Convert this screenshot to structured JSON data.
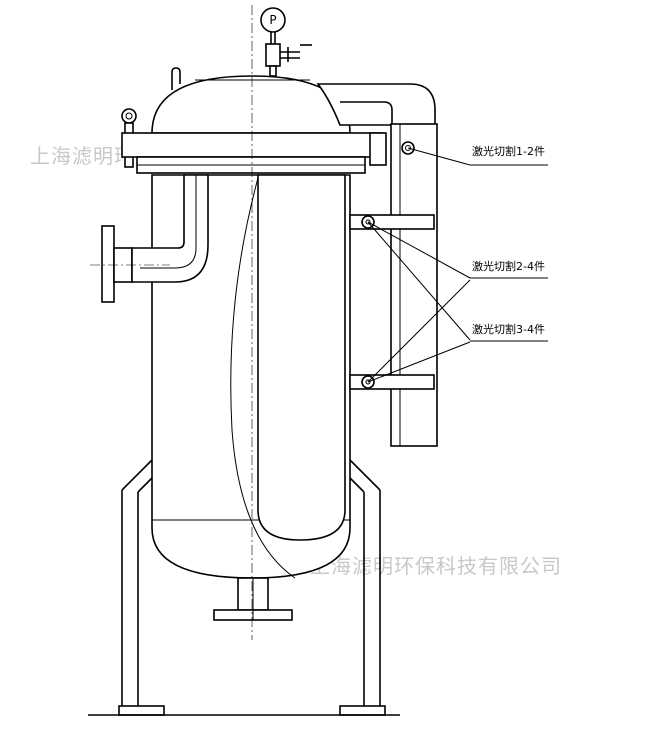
{
  "callouts": [
    {
      "text": "激光切割1-2件"
    },
    {
      "text": "激光切割2-4件"
    },
    {
      "text": "激光切割3-4件"
    }
  ],
  "gauge_label": "P",
  "watermarks": [
    "上海滤明环保科技有限公司",
    "上海滤明环保科技有限公司"
  ],
  "colors": {
    "line": "#000000",
    "watermark": "#c8c8c8",
    "background": "#ffffff"
  }
}
